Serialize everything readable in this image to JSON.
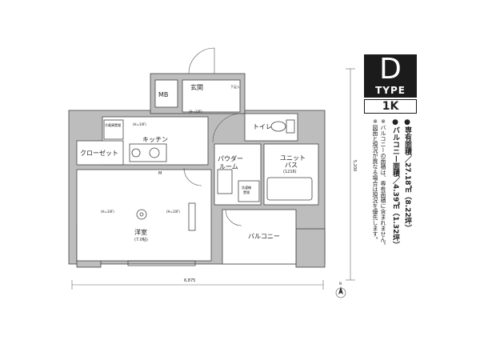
{
  "rooms": {
    "entrance": "玄関",
    "mb": "MB",
    "shoe_storage": "下足入",
    "kitchen": "キッチン",
    "fridge": "冷蔵庫置場",
    "closet": "クローゼット",
    "toilet": "トイレ",
    "powder_room_1": "パウダー",
    "powder_room_2": "ルーム",
    "unit_bath_1": "ユニット",
    "unit_bath_2": "バス",
    "unit_bath_size": "(1216)",
    "washer_1": "洗濯機",
    "washer_2": "置場",
    "western_room": "洋室",
    "western_room_size": "(7.0帖)",
    "balcony": "バルコニー",
    "meter_mark": "M"
  },
  "dimensions": {
    "width": "6,875",
    "depth": "5,200"
  },
  "ceiling_markers": [
    "(H=10F)",
    "(H=10F)",
    "(H=10F)",
    "(H=10F)"
  ],
  "badge": {
    "letter": "D",
    "word": "TYPE",
    "layout": "1K"
  },
  "specs": {
    "floor_area": "●専有面積／27.18㎡（8.22坪）",
    "balcony_area": "●バルコニー面積／4.39㎡（1.32坪）",
    "note_1": "※バルコニーの面積は、専有面積に含まれません。",
    "note_2": "※図面と現況が異なる場合は現況を優先します。"
  },
  "compass": "N"
}
